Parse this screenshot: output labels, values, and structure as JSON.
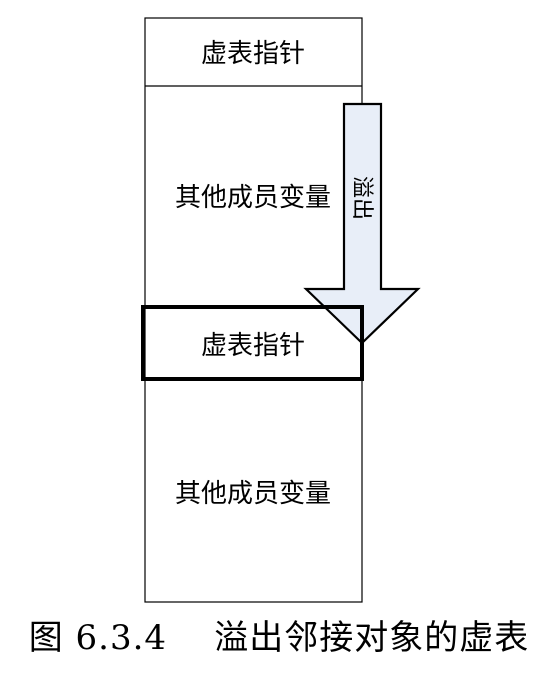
{
  "memory_layout": {
    "cells": [
      {
        "label": "虚表指针",
        "highlighted": false
      },
      {
        "label": "其他成员变量",
        "highlighted": false
      },
      {
        "label": "虚表指针",
        "highlighted": true
      },
      {
        "label": "其他成员变量",
        "highlighted": false
      }
    ],
    "arrow_label": "溢出",
    "arrow_fill": "#e8eef8"
  },
  "caption": "图 6.3.4    溢出邻接对象的虚表"
}
